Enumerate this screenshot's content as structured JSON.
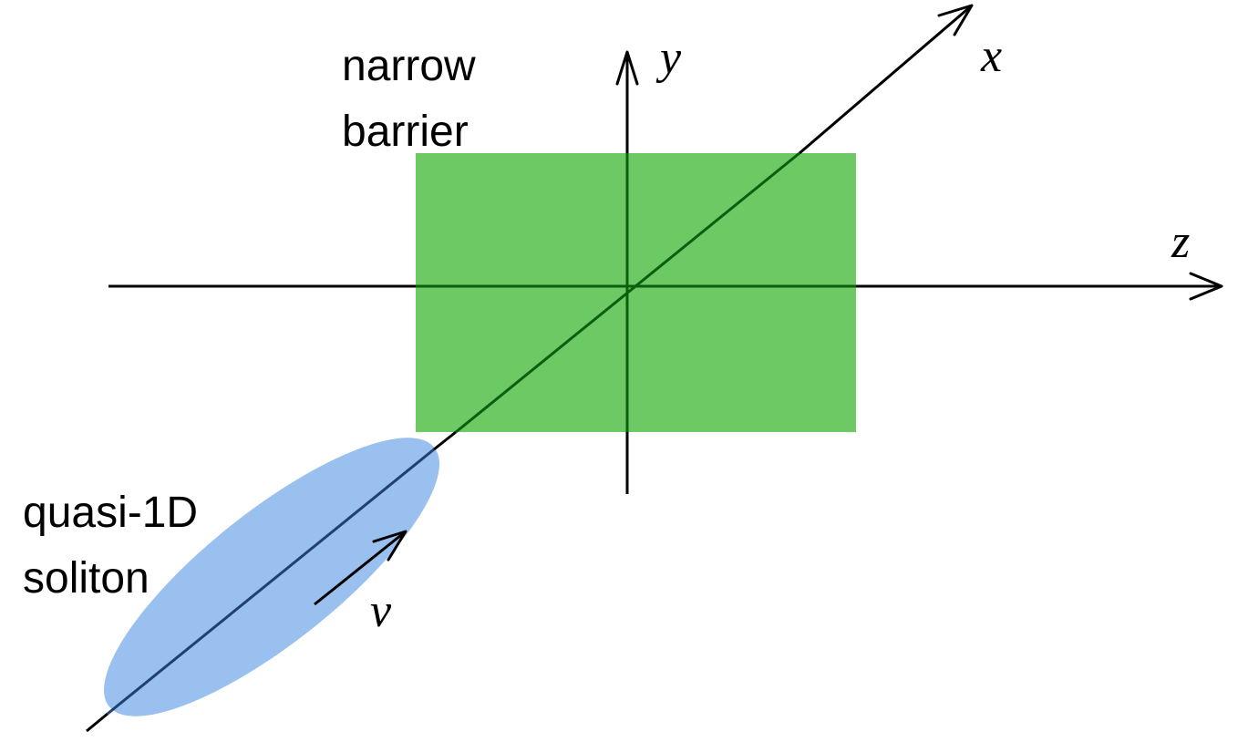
{
  "colors": {
    "barrier_fill": "#6cc963",
    "soliton_fill": "#99c0ee",
    "axis_stroke": "#000000",
    "axis_over_barrier": "#0b5e0b",
    "axis_over_soliton": "#1f4070"
  },
  "labels": {
    "barrier_line1": "narrow",
    "barrier_line2": "barrier",
    "soliton_line1": "quasi-1D",
    "soliton_line2": "soliton",
    "axis_x": "x",
    "axis_y": "y",
    "axis_z": "z",
    "velocity": "v"
  }
}
